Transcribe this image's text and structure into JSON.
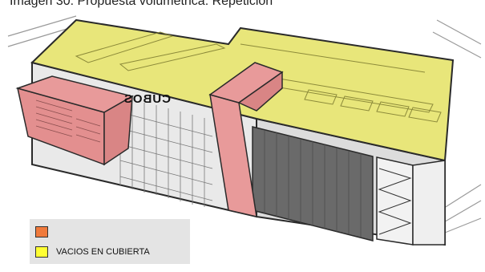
{
  "figure": {
    "caption": "Imagen 30. Propuesta volumétrica: Repetición",
    "mirrored_label": "CUBOS"
  },
  "legend": {
    "items": [
      {
        "label": "",
        "color": "#f07a3c"
      },
      {
        "label": "VACIOS EN CUBIERTA",
        "color": "#ffff33"
      }
    ]
  },
  "colors": {
    "roof_yellow": "#e8e67a",
    "tower_red": "#e89a9a",
    "box_red": "#e38f8f",
    "facade_grey": "#c9c9c9",
    "outline": "#2a2a2a"
  }
}
